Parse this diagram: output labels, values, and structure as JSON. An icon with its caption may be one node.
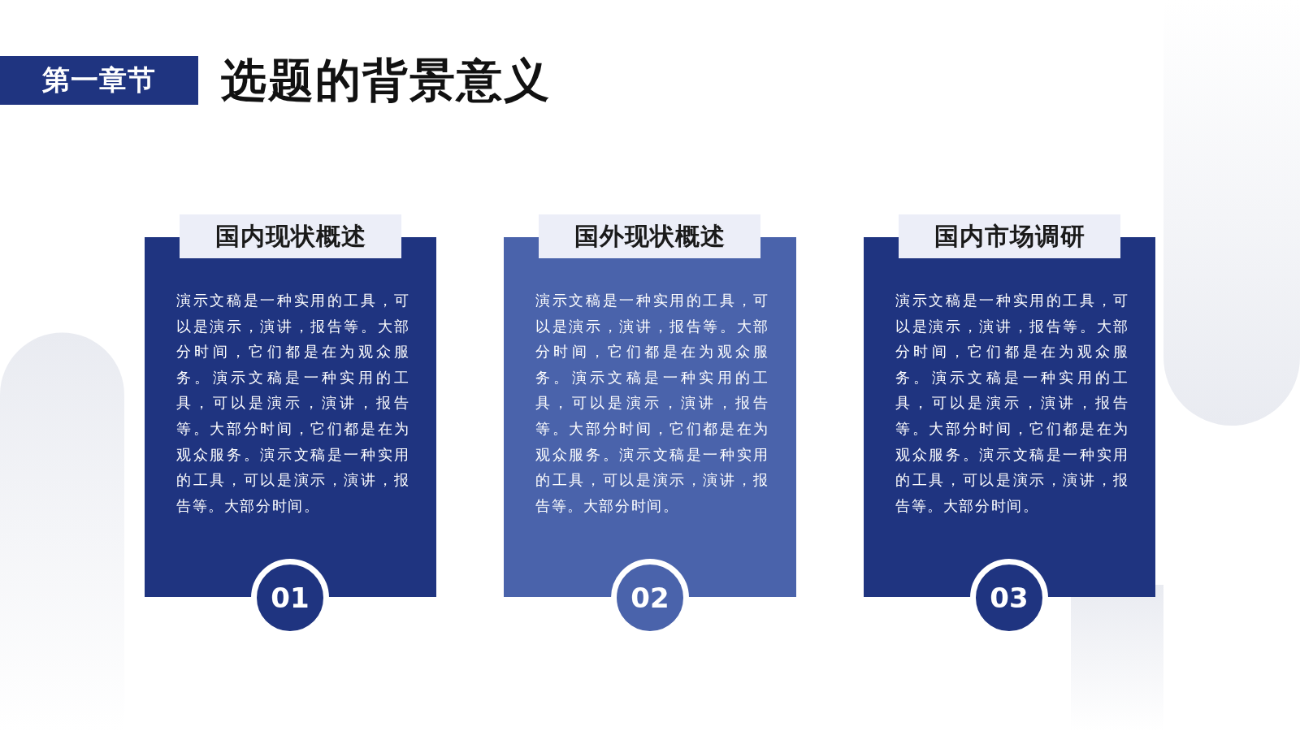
{
  "diagram": {
    "title": "选题的背景意义",
    "nodes": [
      {
        "text": [
          "第一章节"
        ]
      },
      {
        "text": [
          "国内现状概述",
          "演示文稿是一种实用的工具，可以是演示，演讲，报告等。大部分时间，它们都是在为观众服务。演示文稿是一种实用的工具，可以是演示，演讲，报告等。大部分时间，它们都是在为观众服务。演示文稿是一种实用的工具，可以是演示，演讲，报告等。大部分时间。"
        ]
      },
      {
        "text": [
          "01"
        ]
      },
      {
        "text": [
          "国外现状概述",
          "演示文稿是一种实用的工具，可以是演示，演讲，报告等。大部分时间，它们都是在为观众服务。演示文稿是一种实用的工具，可以是演示，演讲，报告等。大部分时间，它们都是在为观众服务。演示文稿是一种实用的工具，可以是演示，演讲，报告等。大部分时间。"
        ]
      },
      {
        "text": [
          "02"
        ]
      },
      {
        "text": [
          "国内市场调研",
          "演示文稿是一种实用的工具，可以是演示，演讲，报告等。大部分时间，它们都是在为观众服务。演示文稿是一种实用的工具，可以是演示，演讲，报告等。大部分时间，它们都是在为观众服务。演示文稿是一种实用的工具，可以是演示，演讲，报告等。大部分时间。"
        ]
      },
      {
        "text": [
          "03"
        ]
      }
    ],
    "edges": []
  }
}
